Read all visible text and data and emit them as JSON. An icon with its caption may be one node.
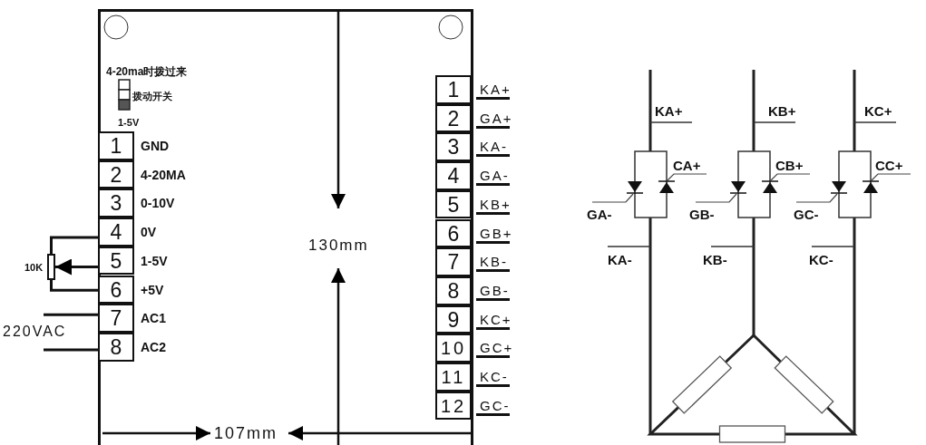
{
  "diagram": {
    "nodes": [
      {
        "text": [],
        "shape": "box"
      },
      {
        "text": [
          "1"
        ],
        "in": 0,
        "beside": [
          "GND"
        ]
      },
      {
        "text": [
          "2"
        ],
        "in": 0,
        "beside": [
          "4-20MA"
        ]
      },
      {
        "text": [
          "3"
        ],
        "in": 0,
        "beside": [
          "0-10V"
        ]
      },
      {
        "text": [
          "4"
        ],
        "in": 0,
        "beside": [
          "0V"
        ]
      },
      {
        "text": [
          "5"
        ],
        "in": 0,
        "beside": [
          "1-5V"
        ]
      },
      {
        "text": [
          "6"
        ],
        "in": 0,
        "beside": [
          "+5V"
        ]
      },
      {
        "text": [
          "7"
        ],
        "in": 0,
        "beside": [
          "AC1"
        ]
      },
      {
        "text": [
          "8"
        ],
        "in": 0,
        "beside": [
          "AC2"
        ]
      },
      {
        "text": [
          "1"
        ],
        "in": 0,
        "beside": [
          "KA+"
        ]
      },
      {
        "text": [
          "2"
        ],
        "in": 0,
        "beside": [
          "GA+"
        ]
      },
      {
        "text": [
          "3"
        ],
        "in": 0,
        "beside": [
          "KA-"
        ]
      },
      {
        "text": [
          "4"
        ],
        "in": 0,
        "beside": [
          "GA-"
        ]
      },
      {
        "text": [
          "5"
        ],
        "in": 0,
        "beside": [
          "KB+"
        ]
      },
      {
        "text": [
          "6"
        ],
        "in": 0,
        "beside": [
          "GB+"
        ]
      },
      {
        "text": [
          "7"
        ],
        "in": 0,
        "beside": [
          "KB-"
        ]
      },
      {
        "text": [
          "8"
        ],
        "in": 0,
        "beside": [
          "GB-"
        ]
      },
      {
        "text": [
          "9"
        ],
        "in": 0,
        "beside": [
          "KC+"
        ]
      },
      {
        "text": [
          "10"
        ],
        "in": 0,
        "beside": [
          "GC+"
        ]
      },
      {
        "text": [
          "11"
        ],
        "in": 0,
        "beside": [
          "KC-"
        ]
      },
      {
        "text": [
          "12"
        ],
        "in": 0,
        "beside": [
          "GC-"
        ]
      },
      {
        "text": [],
        "shape": "resistor",
        "beside": [
          "10K"
        ]
      }
    ],
    "edges": [
      {
        "from": 21,
        "to": 4,
        "arrow": "none"
      },
      {
        "from": 5,
        "to": 21,
        "arrow": "to"
      },
      {
        "from": 21,
        "to": 6,
        "arrow": "none"
      },
      {
        "from": null,
        "to": 7,
        "arrow": "none"
      },
      {
        "from": null,
        "to": 8,
        "arrow": "none"
      }
    ],
    "labels": [
      "4-20ma时拨过来",
      "拨动开关",
      "1-5V",
      "130mm",
      "220VAC",
      "107mm",
      "KA+",
      "KB+",
      "KC+",
      "CA+",
      "CB+",
      "CC+",
      "GA-",
      "GB-",
      "GC-",
      "KA-",
      "KB-",
      "KC-"
    ]
  }
}
